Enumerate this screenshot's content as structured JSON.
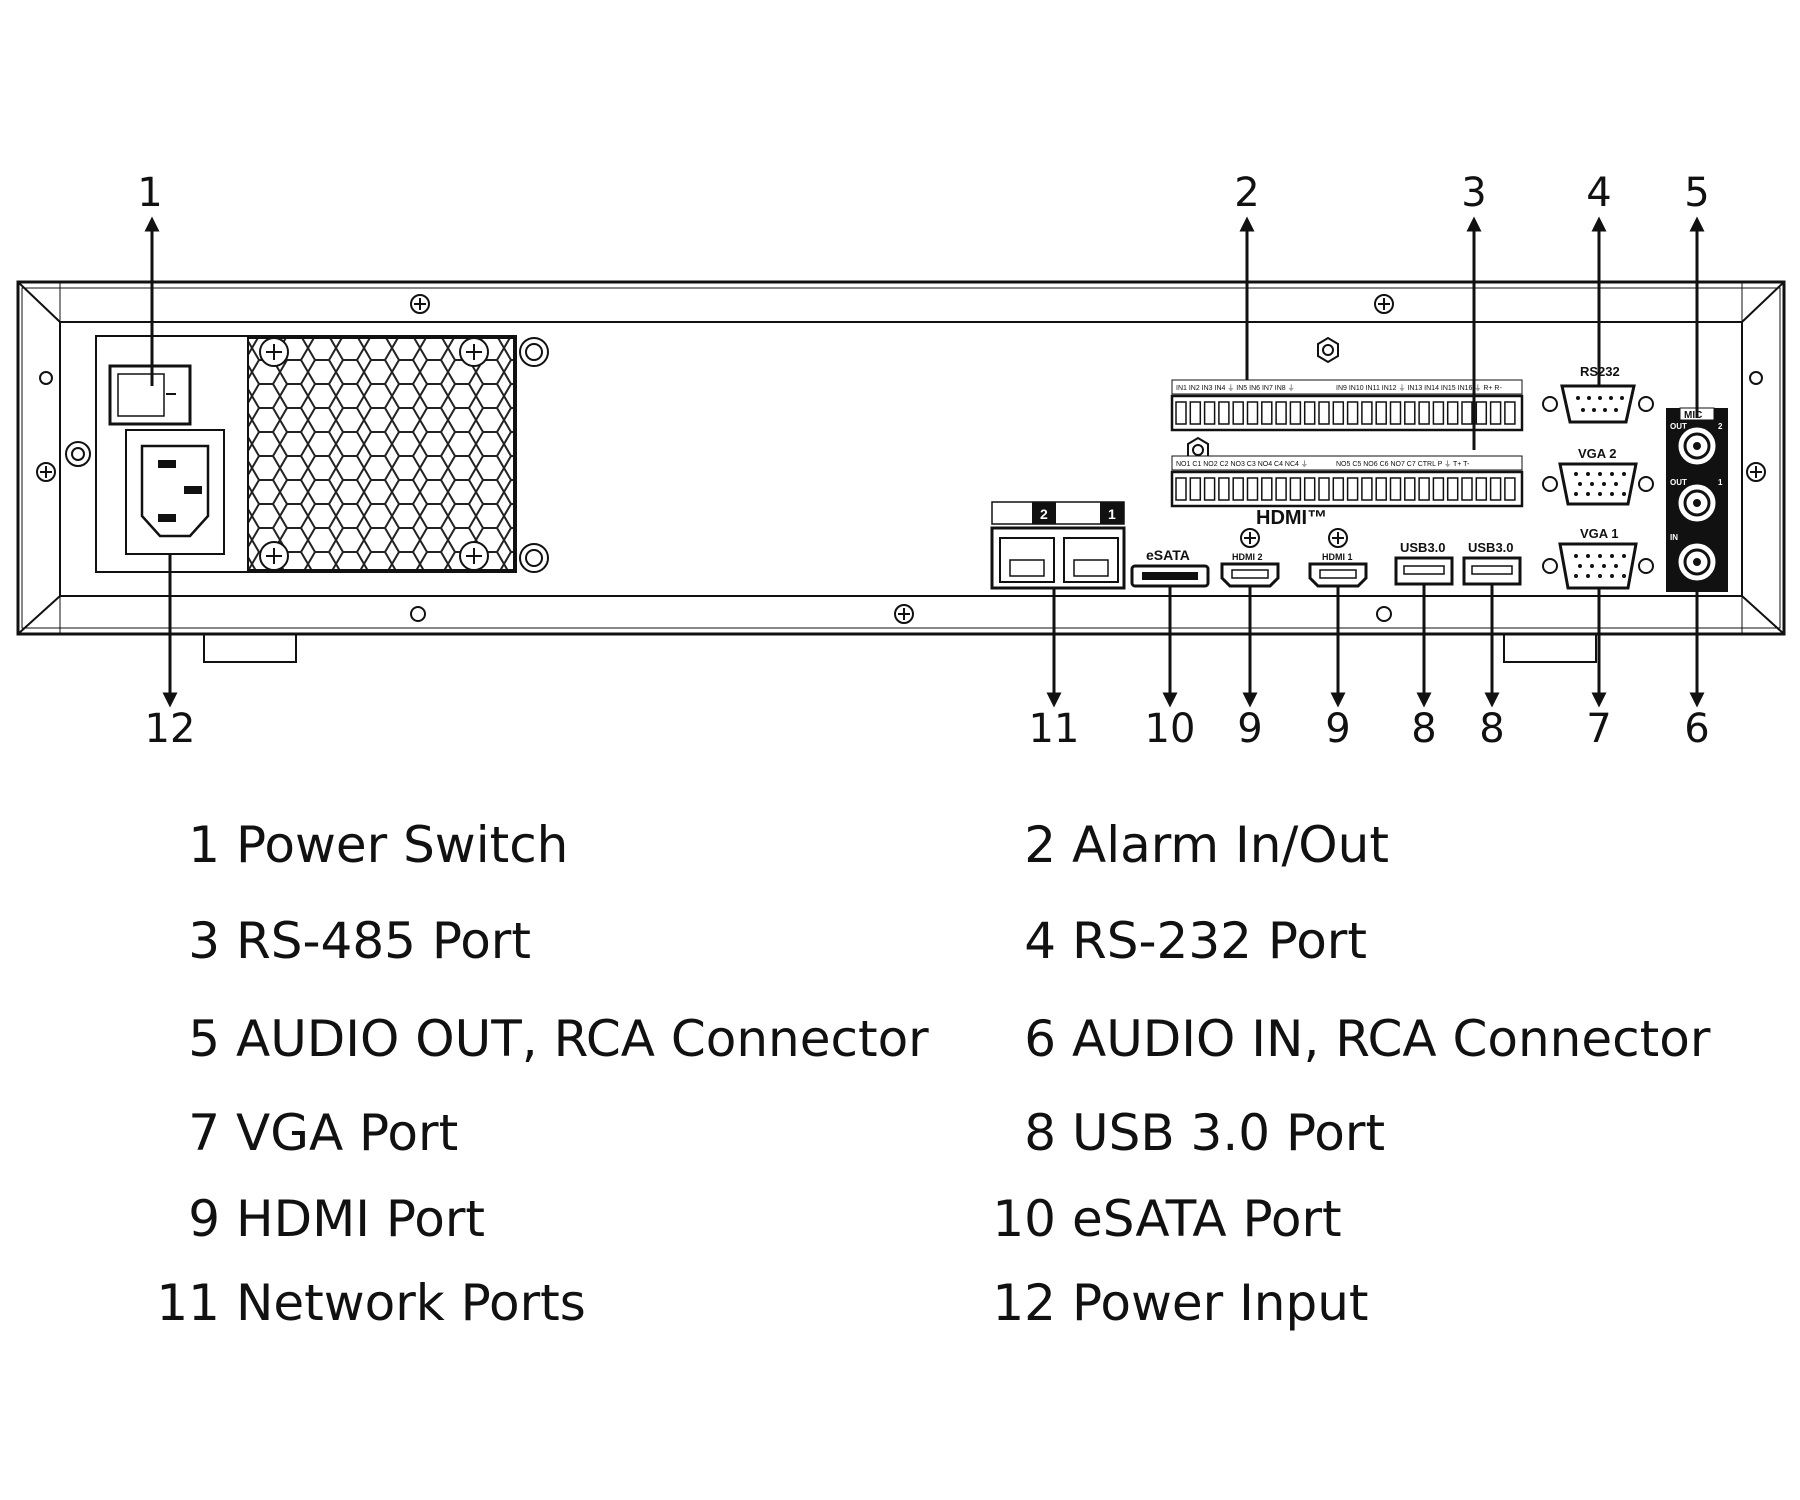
{
  "callouts": {
    "c1": "1",
    "c2": "2",
    "c3": "3",
    "c4": "4",
    "c5": "5",
    "c6": "6",
    "c7": "7",
    "c8a": "8",
    "c8b": "8",
    "c9a": "9",
    "c9b": "9",
    "c10": "10",
    "c11": "11",
    "c12": "12"
  },
  "panel_labels": {
    "rs232": "RS232",
    "vga2": "VGA 2",
    "vga1": "VGA 1",
    "mic": "MIC",
    "out2": "OUT",
    "out2_num": "2",
    "out1": "OUT",
    "out1_num": "1",
    "in": "IN",
    "esata": "eSATA",
    "hdmi_logo": "HDMI™",
    "hdmi2": "HDMI 2",
    "hdmi1": "HDMI 1",
    "usb_a": "USB3.0",
    "usb_b": "USB3.0",
    "net2": "2",
    "net1": "1",
    "alarm_top_left": "IN1 IN2 IN3 IN4 ⏚ IN5 IN6 IN7 IN8 ⏚",
    "alarm_top_right": "IN9 IN10 IN11 IN12 ⏚ IN13 IN14 IN15 IN16 ⏚ R+ R-",
    "alarm_bottom_left": "NO1 C1 NO2 C2 NO3 C3 NO4 C4 NC4 ⏚",
    "alarm_bottom_right": "NO5 C5 NO6 C6 NO7 C7 CTRL P ⏚ T+ T-"
  },
  "legend": [
    {
      "num": "1",
      "text": "Power Switch"
    },
    {
      "num": "2",
      "text": "Alarm In/Out"
    },
    {
      "num": "3",
      "text": "RS-485 Port"
    },
    {
      "num": "4",
      "text": "RS-232 Port"
    },
    {
      "num": "5",
      "text": "AUDIO OUT, RCA Connector"
    },
    {
      "num": "6",
      "text": "AUDIO IN, RCA Connector"
    },
    {
      "num": "7",
      "text": "VGA Port"
    },
    {
      "num": "8",
      "text": "USB 3.0 Port"
    },
    {
      "num": "9",
      "text": "HDMI Port"
    },
    {
      "num": "10",
      "text": "eSATA Port"
    },
    {
      "num": "11",
      "text": "Network Ports"
    },
    {
      "num": "12",
      "text": "Power Input"
    }
  ]
}
